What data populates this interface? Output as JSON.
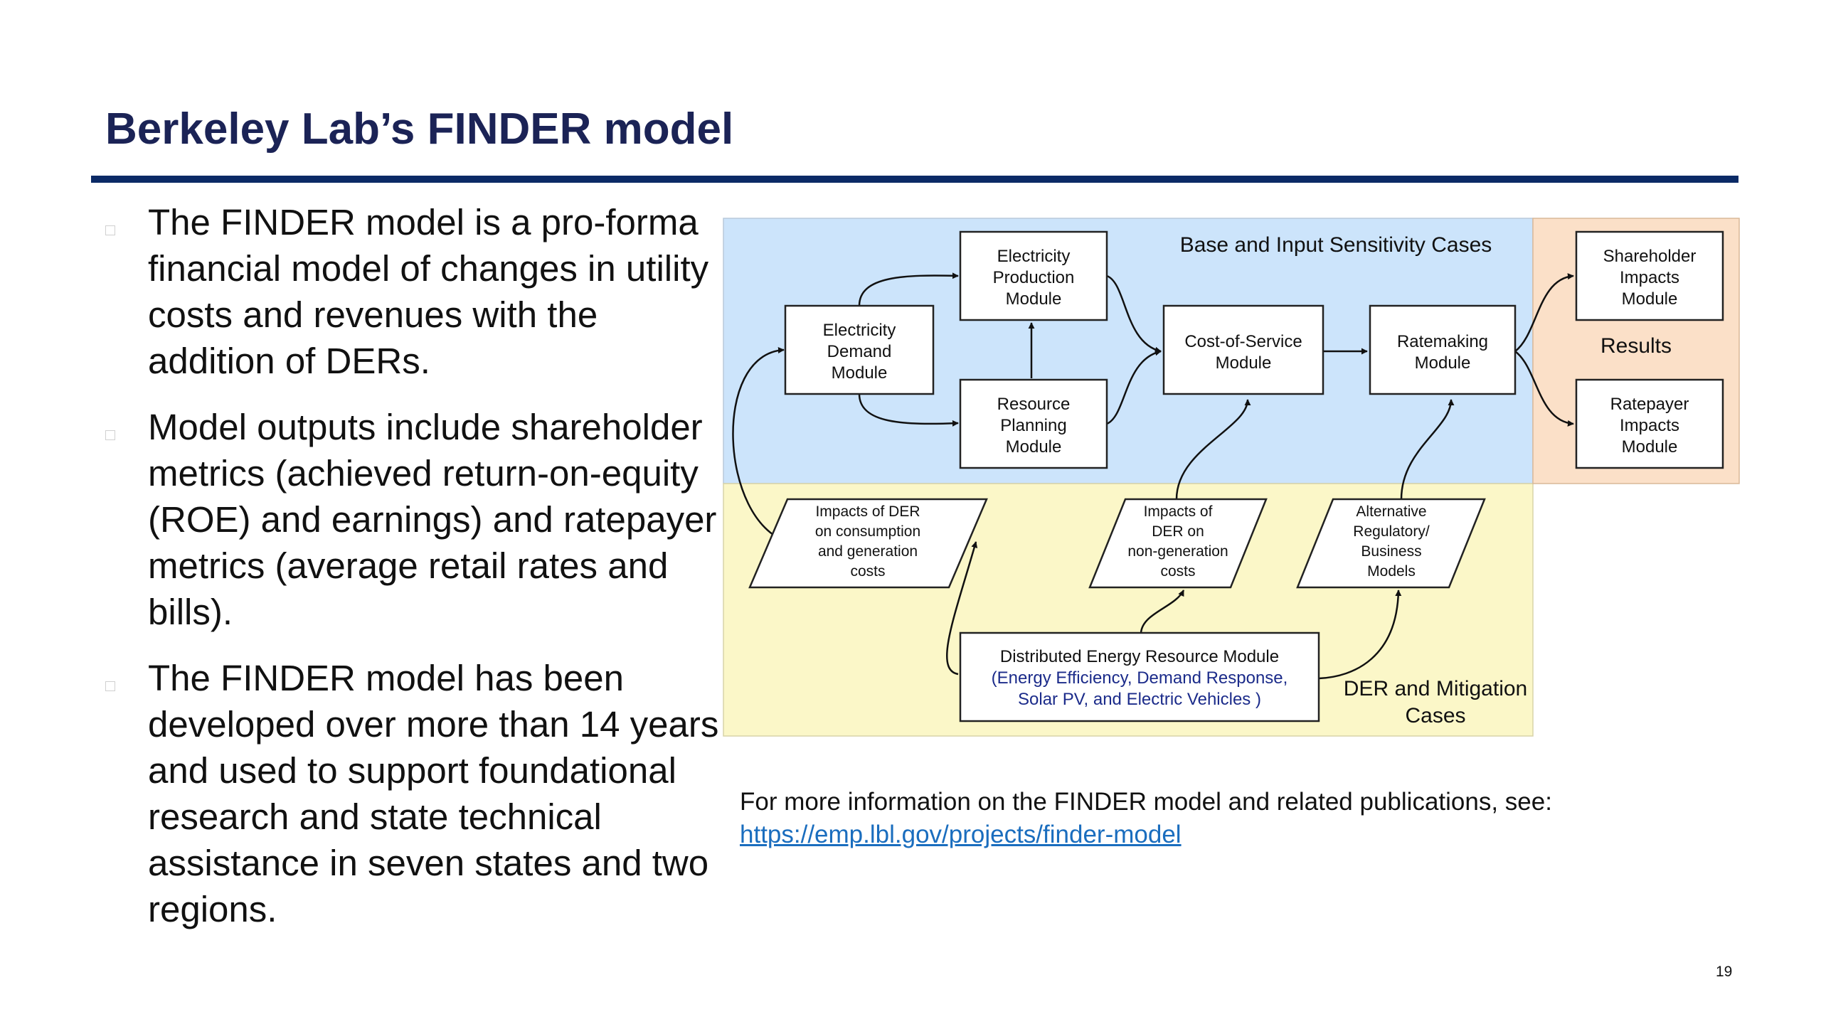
{
  "slide": {
    "title": "Berkeley Lab’s FINDER model",
    "bullets": [
      "The FINDER model is a pro-forma financial model of changes in utility costs and revenues with the addition of DERs.",
      "Model outputs include shareholder metrics (achieved return-on-equity (ROE) and earnings) and ratepayer metrics (average retail rates and bills).",
      "The FINDER model has been developed over more than 14 years and used to support foundational research and state technical assistance in seven states and two regions."
    ],
    "footnote": "For more information on the FINDER model and related publications, see:",
    "link": "https://emp.lbl.gov/projects/finder-model",
    "page_number": "19"
  },
  "diagram": {
    "regions": {
      "base": "Base and Input Sensitivity Cases",
      "results": "Results",
      "der": [
        "DER and Mitigation",
        "Cases"
      ]
    },
    "colors": {
      "base_bg": "#cce4fb",
      "results_bg": "#fbe0c8",
      "der_bg": "#fbf7c8",
      "der_module_text": "#1b2b8a"
    },
    "boxes": {
      "demand": [
        "Electricity",
        "Demand",
        "Module"
      ],
      "production": [
        "Electricity",
        "Production",
        "Module"
      ],
      "planning": [
        "Resource",
        "Planning",
        "Module"
      ],
      "cos": [
        "Cost-of-Service",
        "Module"
      ],
      "ratemaking": [
        "Ratemaking",
        "Module"
      ],
      "shareholder": [
        "Shareholder",
        "Impacts",
        "Module"
      ],
      "ratepayer": [
        "Ratepayer",
        "Impacts",
        "Module"
      ]
    },
    "parallelograms": {
      "consumption": [
        "Impacts of DER",
        "on consumption",
        "and generation",
        "costs"
      ],
      "nongen": [
        "Impacts of",
        "DER on",
        "non-generation",
        "costs"
      ],
      "alt": [
        "Alternative",
        "Regulatory/",
        "Business",
        "Models"
      ]
    },
    "der_module": {
      "line1": "Distributed Energy Resource Module",
      "line2": "(Energy Efficiency, Demand Response,",
      "line3": "Solar PV, and Electric Vehicles )"
    }
  }
}
